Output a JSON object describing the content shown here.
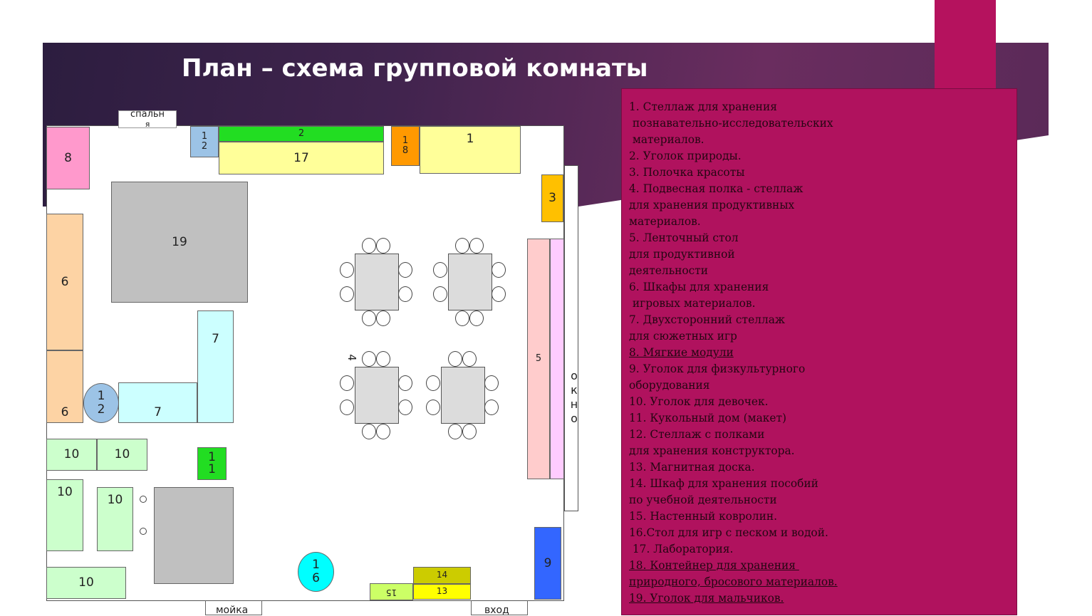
{
  "title": "План – схема групповой комнаты",
  "labels": {
    "bedroom_line1": "спальн",
    "bedroom_line2": "я",
    "window_letters": [
      "о",
      "к",
      "н",
      "о"
    ],
    "sink": "мойка",
    "entrance": "вход",
    "stray_4": "4"
  },
  "plan": {
    "n1": "1",
    "n2": "2",
    "n3": "3",
    "n5": "5",
    "n6a": "6",
    "n6b": "6",
    "n7a": "7",
    "n7b": "7",
    "n8": "8",
    "n9": "9",
    "n10a": "10",
    "n10b": "10",
    "n10c": "10",
    "n10d": "10",
    "n10e": "10",
    "n11": "1\n1",
    "n12a": "1\n2",
    "n12b": "1\n2",
    "n13": "13",
    "n14": "14",
    "n15": "15",
    "n16": "1\n6",
    "n17": "17",
    "n18": "1\n8",
    "n19": "19"
  },
  "colors": {
    "accent": "#b5125e",
    "legend_bg": "#b0125e",
    "green": "#22dd22",
    "yellow_light": "#ffff99",
    "orange": "#ff9900",
    "gold": "#ffc000",
    "peach": "#fdd3a4",
    "pink": "#ff99cc",
    "light_blue": "#9cc3e6",
    "cyan": "#00ffff",
    "cyan_light": "#ccffff",
    "mint": "#ccffcc",
    "blue": "#3366ff",
    "grey": "#c0c0c0",
    "lime": "#ccff66",
    "olive": "#cccc00",
    "yellow": "#ffff00"
  },
  "legend": [
    "1. Стеллаж для хранения",
    " познавательно-исследовательских",
    " материалов.",
    "2. Уголок природы.",
    "3. Полочка красоты",
    "4. Подвесная полка - стеллаж",
    "для хранения продуктивных",
    "материалов.",
    "5. Ленточный стол",
    "для продуктивной",
    "деятельности",
    "6. Шкафы для хранения",
    " игровых материалов.",
    "7. Двухсторонний стеллаж",
    "для сюжетных игр",
    "8. Мягкие модули",
    "9. Уголок для физкультурного",
    "оборудования",
    "10. Уголок для девочек.",
    "11. Кукольный дом (макет)",
    "12. Стеллаж с полками",
    "для хранения конструктора.",
    "13. Магнитная доска.",
    "14. Шкаф для хранения пособий",
    "по учебной деятельности",
    "15. Настенный ковролин.",
    "16.Стол для игр с песком и водой.",
    " 17. Лаборатория.",
    "18. Контейнер для хранения ",
    "природного, бросового материалов.",
    "19. Уголок для мальчиков."
  ]
}
